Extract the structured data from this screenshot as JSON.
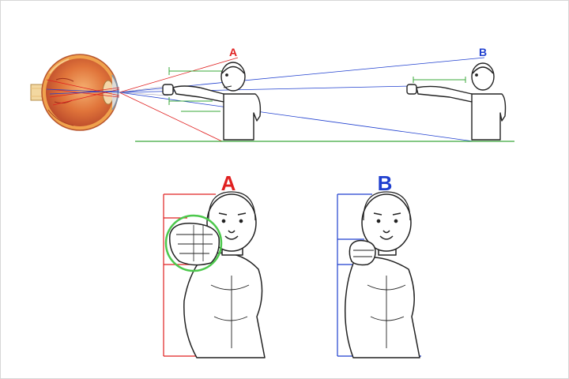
{
  "labels": {
    "a": "A",
    "b": "B"
  },
  "colors": {
    "a_red": "#e02020",
    "b_blue": "#1f3fcf",
    "ground_green": "#3aa83a",
    "measure_green": "#3aa83a",
    "highlight_green": "#4cc84c",
    "ink": "#222222",
    "eye_red": "#c9472a",
    "eye_orange": "#f09a3e"
  },
  "icons": [
    "eye-anatomy",
    "man-standing-icon",
    "fist-icon"
  ]
}
